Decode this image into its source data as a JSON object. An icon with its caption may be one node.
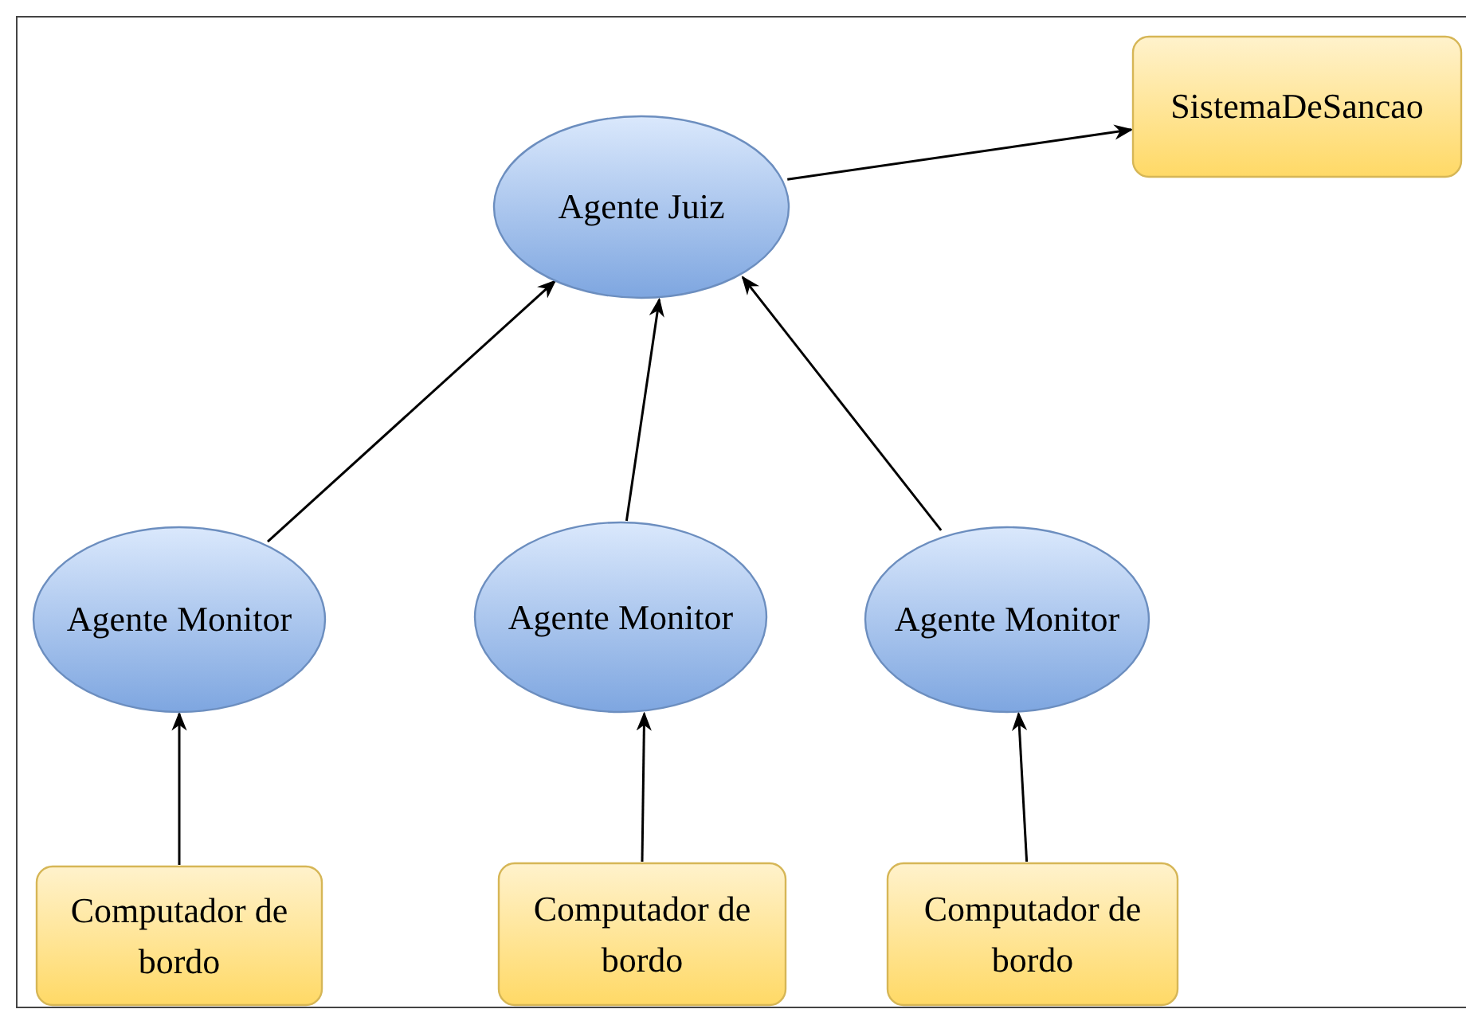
{
  "diagram": {
    "nodes": [
      {
        "text": [
          "Agente Juiz"
        ]
      },
      {
        "text": [
          "SistemaDeSancao"
        ]
      },
      {
        "text": [
          "Agente Monitor"
        ]
      },
      {
        "text": [
          "Agente Monitor"
        ]
      },
      {
        "text": [
          "Agente Monitor"
        ]
      },
      {
        "text": [
          "Computador de bordo"
        ]
      },
      {
        "text": [
          "Computador de bordo"
        ]
      },
      {
        "text": [
          "Computador de bordo"
        ]
      }
    ],
    "edges": [
      {
        "from": 0,
        "to": 1,
        "arrow": "to"
      },
      {
        "from": 2,
        "to": 0,
        "arrow": "to"
      },
      {
        "from": 3,
        "to": 0,
        "arrow": "to"
      },
      {
        "from": 4,
        "to": 0,
        "arrow": "to"
      },
      {
        "from": 5,
        "to": 2,
        "arrow": "to"
      },
      {
        "from": 6,
        "to": 3,
        "arrow": "to"
      },
      {
        "from": 7,
        "to": 4,
        "arrow": "to"
      }
    ]
  }
}
